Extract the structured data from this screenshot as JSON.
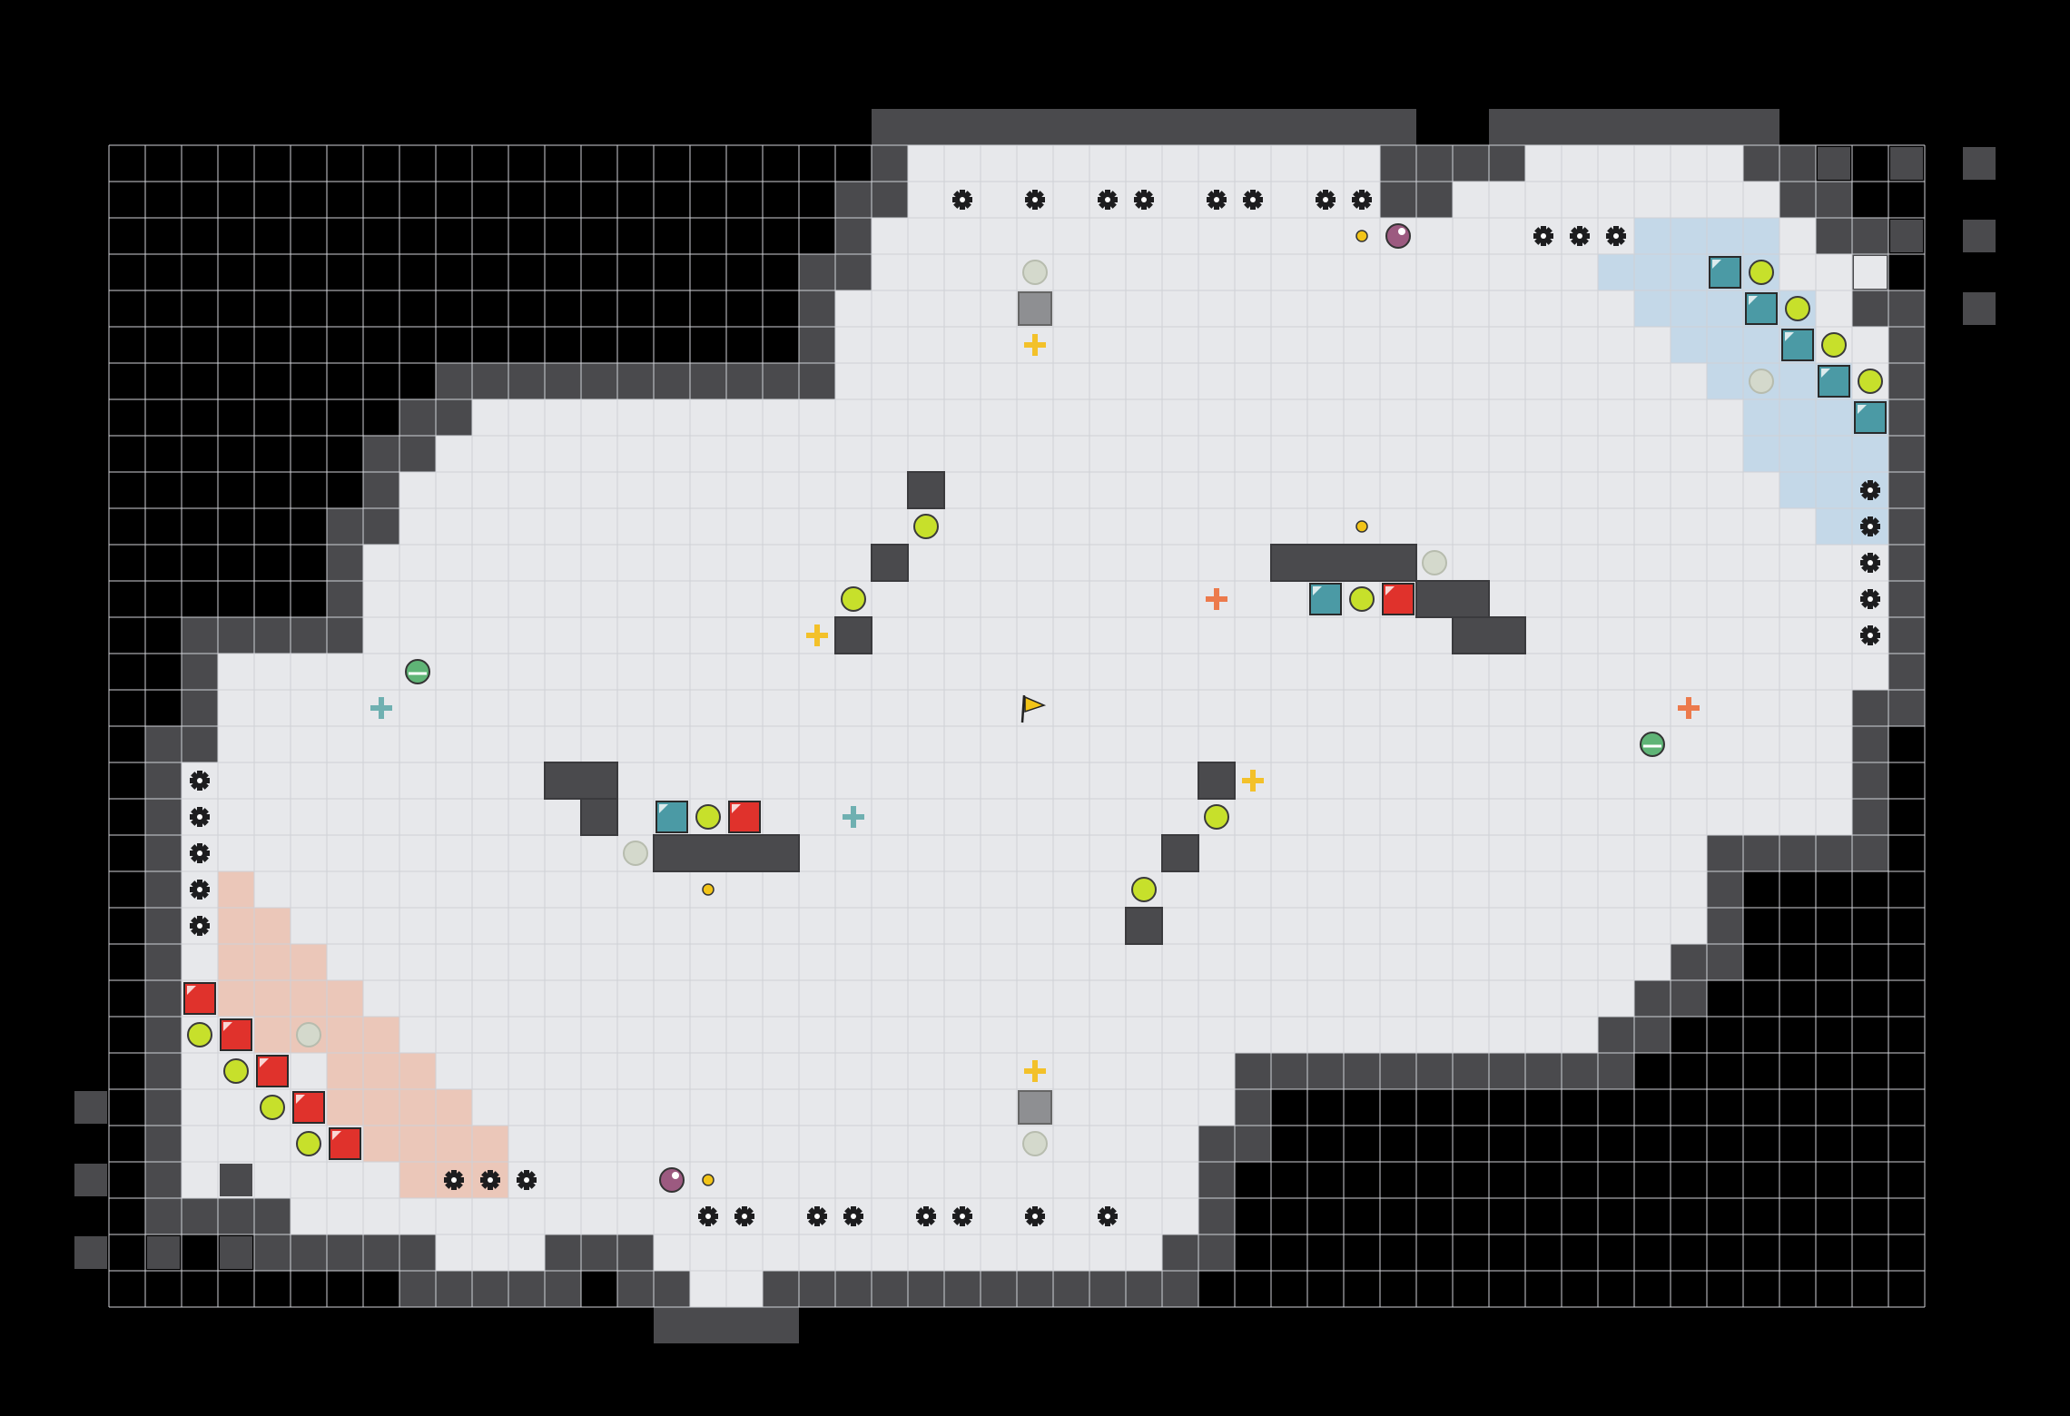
{
  "game": {
    "view": "level-overview",
    "grid": {
      "cols": 57,
      "rows": 39
    },
    "colors": {
      "background": "#000000",
      "floor": "#e7e8eb",
      "grid_line": "#cfd1d6",
      "wall": "#4a4a4d",
      "wall_edge": "#3a3a3d",
      "blue_zone": "#c4d8e8",
      "red_zone": "#ebc7b9",
      "green_orb": "#c7e02b",
      "grey_orb": "#d4d9cc",
      "red_block": "#e0322c",
      "teal_block": "#4b9aa5",
      "gear": "#1d1d1f",
      "yellow_plus": "#f3c12a",
      "orange_plus": "#ec7a4c",
      "teal_plus": "#6fb0b1",
      "purple_potion": "#9c5a80",
      "flag": "#f2c418"
    }
  }
}
